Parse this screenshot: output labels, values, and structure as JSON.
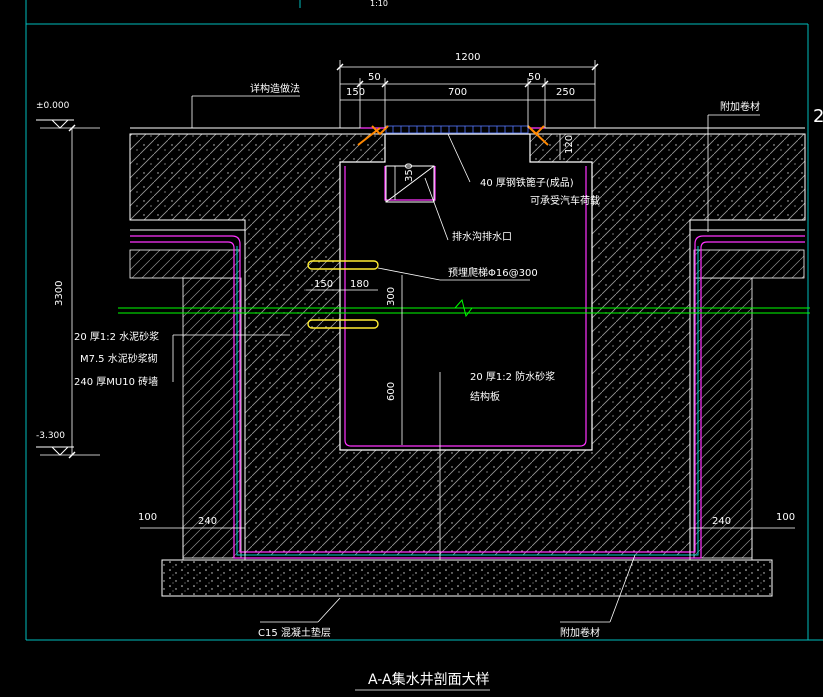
{
  "drawing": {
    "title": "A-A集水井剖面大样",
    "scale_fragment": "1:10",
    "sheet_edge_mark": "2"
  },
  "dimensions": {
    "total_width": "1200",
    "offset_left": "50",
    "offset_right": "50",
    "left_flange": "150",
    "opening": "700",
    "right_flange": "250",
    "depth_350": "350",
    "depth_120": "120",
    "depth_3300": "3300",
    "wall_150": "150",
    "wall_180": "180",
    "height_300": "300",
    "height_600": "600",
    "left_100": "100",
    "left_240": "240",
    "right_240": "240",
    "right_100": "100"
  },
  "elevations": {
    "top": "±0.000",
    "bottom": "-3.300"
  },
  "labels": {
    "detail_ref": "详构造做法",
    "added_layer_top": "附加卷材",
    "grate": "40 厚钢铁篦子(成品)",
    "vehicle_load": "可承受汽车荷载",
    "drain_outlet": "排水沟排水口",
    "embedded_bar": "预埋爬梯Φ16@300",
    "left_layer1": "20 厚1:2 水泥砂浆",
    "left_layer2": "M7.5 水泥砂浆砌",
    "left_layer3": "240 厚MU10 砖墙",
    "right_layer1": "20 厚1:2 防水砂浆",
    "right_layer2": "结构板",
    "cushion": "C15 混凝土垫层",
    "added_layer_bottom": "附加卷材"
  },
  "colors": {
    "background": "#000000",
    "lines": "#ffffff",
    "dimension": "#ffffff",
    "magenta": "#ff33ff",
    "cyan": "#00cccc",
    "green": "#00ff00",
    "yellow": "#ffff00",
    "orange": "#ff8800",
    "hatch": "#bbbbbb"
  }
}
